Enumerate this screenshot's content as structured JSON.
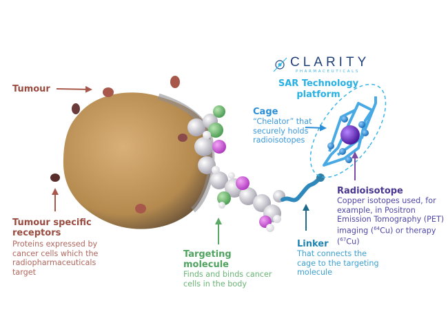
{
  "logo": {
    "name": "CLARITY",
    "subtitle": "PHARMACEUTICALS"
  },
  "platform": {
    "title": "SAR Technology platform"
  },
  "labels": {
    "tumour": {
      "title": "Tumour"
    },
    "receptors": {
      "title": "Tumour specific receptors",
      "description": "Proteins expressed by cancer cells which the radiopharmaceuticals target"
    },
    "targeting": {
      "title": "Targeting molecule",
      "description": "Finds and binds cancer cells in the body"
    },
    "linker": {
      "title": "Linker",
      "description": "That connects the cage to the targeting molecule"
    },
    "cage": {
      "title": "Cage",
      "description": "“Chelator” that securely holds radioisotopes"
    },
    "radioisotope": {
      "title": "Radioisotope",
      "description_pre": "Copper isotopes used, for example, in Positron Emission Tomography (PET) imaging (",
      "sup1": "64",
      "mid": "Cu) or therapy (",
      "sup2": "67",
      "post": "Cu)"
    }
  },
  "colors": {
    "tumour": "#9a4b40",
    "targeting": "#4fa35f",
    "linker": "#1d83b0",
    "cage": "#2b8fd8",
    "radioisotope": "#4a3590",
    "platform": "#26b0e4"
  }
}
